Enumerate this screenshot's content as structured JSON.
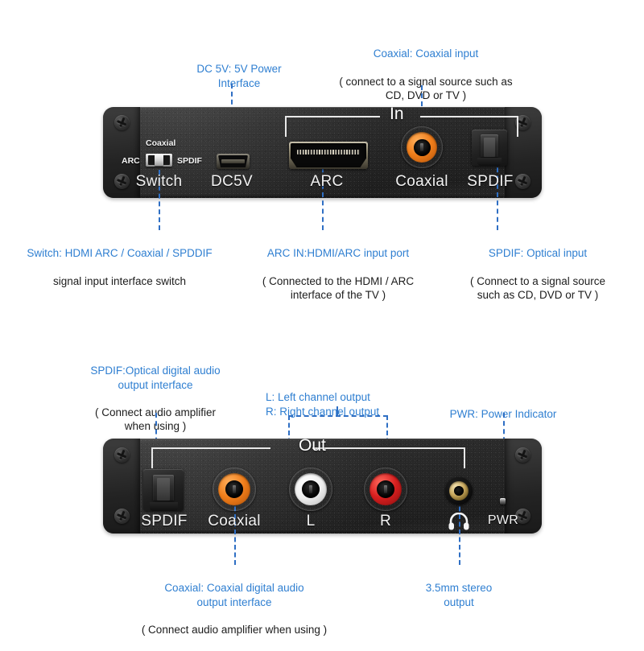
{
  "top_section": {
    "panel_label_group": "In",
    "ports": [
      {
        "id": "switch",
        "label": "Switch",
        "type": "toggle-switch"
      },
      {
        "id": "dc5v",
        "label": "DC5V",
        "type": "micro-usb-power"
      },
      {
        "id": "arc",
        "label": "ARC",
        "type": "hdmi"
      },
      {
        "id": "coaxial",
        "label": "Coaxial",
        "type": "rca-coaxial",
        "color": "#f07d1a"
      },
      {
        "id": "spdif",
        "label": "SPDIF",
        "type": "optical-toslink"
      }
    ],
    "switch_positions": {
      "top": "Coaxial",
      "left": "ARC",
      "right": "SPDIF"
    },
    "annotations": [
      {
        "id": "dc5v-note",
        "highlight": "DC 5V: 5V Power\nInterface",
        "sub": ""
      },
      {
        "id": "coaxial-note",
        "highlight": "Coaxial: Coaxial input",
        "sub": "( connect to a signal source such as\nCD, DVD or TV )"
      },
      {
        "id": "switch-note",
        "highlight": "Switch: HDMI ARC / Coaxial / SPDDIF",
        "sub": "signal input interface switch"
      },
      {
        "id": "arc-note",
        "highlight": "ARC IN:HDMI/ARC input port",
        "sub": "( Connected to the HDMI / ARC\ninterface of the TV )"
      },
      {
        "id": "spdif-note",
        "highlight": "SPDIF: Optical input",
        "sub": "( Connect to a signal source\nsuch as CD, DVD or TV )"
      }
    ]
  },
  "bottom_section": {
    "panel_label_group": "Out",
    "ports": [
      {
        "id": "spdif-out",
        "label": "SPDIF",
        "type": "optical-toslink"
      },
      {
        "id": "coaxial-out",
        "label": "Coaxial",
        "type": "rca-coaxial",
        "color": "#f07d1a"
      },
      {
        "id": "left-out",
        "label": "L",
        "type": "rca-analog",
        "color": "#ffffff"
      },
      {
        "id": "right-out",
        "label": "R",
        "type": "rca-analog",
        "color": "#d81f1f"
      },
      {
        "id": "headphone",
        "label": "",
        "type": "jack-3-5mm",
        "icon": "headphone-icon"
      },
      {
        "id": "pwr",
        "label": "PWR",
        "type": "led-indicator"
      }
    ],
    "annotations": [
      {
        "id": "spdif-out-note",
        "highlight": "SPDIF:Optical digital audio\noutput interface",
        "sub": "( Connect audio amplifier\nwhen using )"
      },
      {
        "id": "lr-note",
        "highlight": "L: Left channel output\nR: Right channel output",
        "sub": ""
      },
      {
        "id": "pwr-note",
        "highlight": "PWR: Power Indicator",
        "sub": ""
      },
      {
        "id": "coaxial-out-note",
        "highlight": "Coaxial: Coaxial digital audio\noutput interface",
        "sub": "( Connect audio amplifier when using )"
      },
      {
        "id": "headphone-note",
        "highlight": "3.5mm stereo\noutput",
        "sub": ""
      }
    ]
  },
  "colors": {
    "annotation_blue": "#2f7fd1",
    "leader_line_blue": "#2f6fc4",
    "annotation_black": "#1a1a1a",
    "chassis_black": "#262626",
    "rca_orange": "#f07d1a",
    "rca_white": "#ffffff",
    "rca_red": "#d81f1f",
    "background": "#ffffff"
  }
}
